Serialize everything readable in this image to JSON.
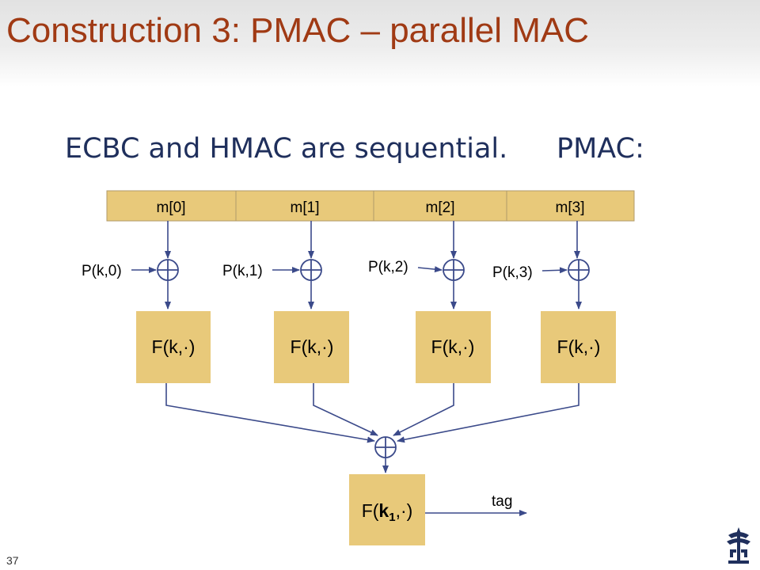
{
  "slide": {
    "title": "Construction 3:  PMAC – parallel MAC",
    "subtitle_left": "ECBC and HMAC are sequential.",
    "subtitle_right": "PMAC:",
    "slide_number": "37"
  },
  "diagram": {
    "message_blocks": [
      "m[0]",
      "m[1]",
      "m[2]",
      "m[3]"
    ],
    "masks": [
      "P(k,0)",
      "P(k,1)",
      "P(k,2)",
      "P(k,3)"
    ],
    "prf_label": "F(k,·)",
    "final_prf": {
      "prefix": "F(",
      "key": "k",
      "subscript": "1",
      "suffix": ",·)"
    },
    "output_label": "tag"
  },
  "colors": {
    "title": "#a03a14",
    "subtitle": "#1f2f5c",
    "box_fill": "#e8c97a",
    "line": "#3b4a8a"
  },
  "icons": [
    "xor-icon",
    "university-logo-icon"
  ]
}
